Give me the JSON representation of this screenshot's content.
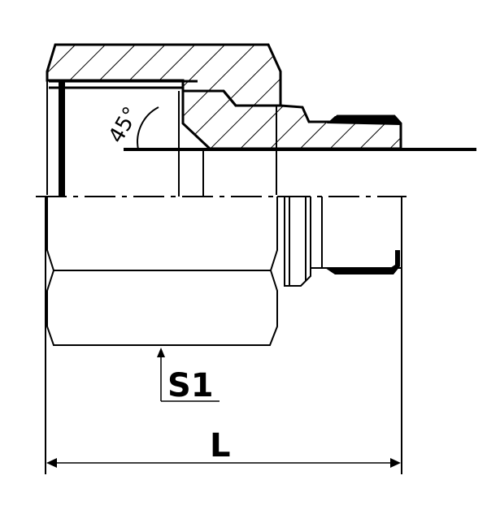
{
  "drawing": {
    "angle_label": "45°",
    "size_label": "S1",
    "length_label": "L",
    "colors": {
      "stroke": "#000000",
      "background": "#ffffff"
    }
  }
}
